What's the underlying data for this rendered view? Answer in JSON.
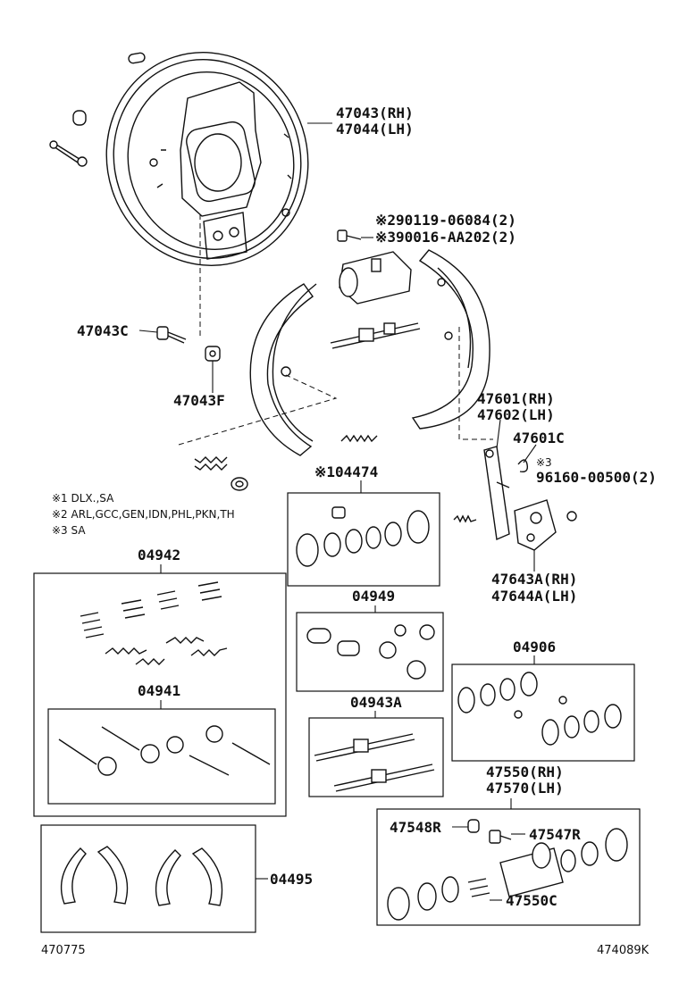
{
  "labels": {
    "backing_plate": [
      "47043(RH)",
      "47044(LH)"
    ],
    "bolt_ref_2": "※290119-06084(2)",
    "bolt_ref_3": "※390016-AA202(2)",
    "bolt_47043C": "47043C",
    "nut_47043F": "47043F",
    "lever": [
      "47601(RH)",
      "47602(LH)"
    ],
    "clip_47601C": "47601C",
    "clip_ref_3_mark": "※3",
    "clip_ref_3_part": "96160-00500(2)",
    "kit_104474": "※104474",
    "bracket": [
      "47643A(RH)",
      "47644A(LH)"
    ],
    "kit_04942": "04942",
    "kit_04941": "04941",
    "kit_04949": "04949",
    "kit_04943A": "04943A",
    "kit_04906": "04906",
    "wheel_cyl": [
      "47550(RH)",
      "47570(LH)"
    ],
    "part_47548R": "47548R",
    "part_47547R": "47547R",
    "part_47550C": "47550C",
    "shoe_kit_04495": "04495"
  },
  "notes": [
    "※1 DLX.,SA",
    "※2 ARL,GCC,GEN,IDN,PHL,PKN,TH",
    "※3 SA"
  ],
  "footer": {
    "left_ref": "470775",
    "right_ref": "474089K"
  }
}
